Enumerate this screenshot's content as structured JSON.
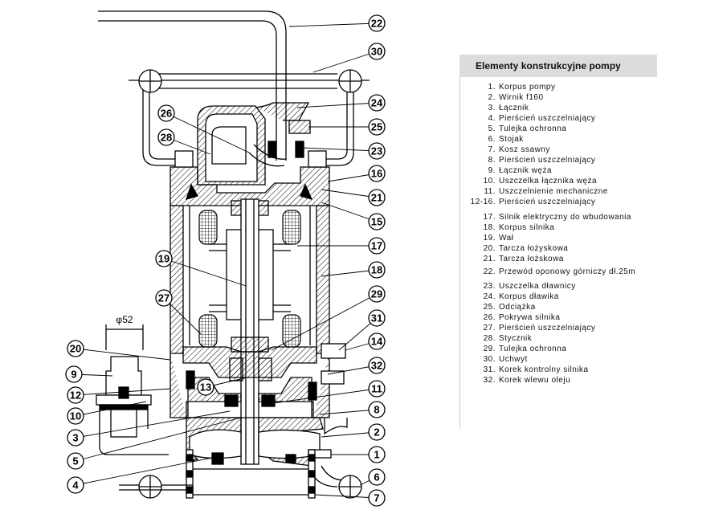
{
  "legend": {
    "title": "Elementy konstrukcyjne pompy",
    "items": [
      {
        "num": "1.",
        "text": "Korpus pompy"
      },
      {
        "num": "2.",
        "text": "Wirnik f160"
      },
      {
        "num": "3.",
        "text": "Łącznik"
      },
      {
        "num": "4.",
        "text": "Pierścień uszczelniający"
      },
      {
        "num": "5.",
        "text": "Tulejka ochronna"
      },
      {
        "num": "6.",
        "text": "Stojak"
      },
      {
        "num": "7.",
        "text": "Kosz ssawny"
      },
      {
        "num": "8.",
        "text": "Pierścień uszczelniający"
      },
      {
        "num": "9.",
        "text": "Łącznik węża"
      },
      {
        "num": "10.",
        "text": "Uszczelka łącznika węża"
      },
      {
        "num": "11.",
        "text": "Uszczelnienie mechaniczne"
      },
      {
        "num": "12-16.",
        "text": "Pierścień uszczelniający"
      },
      {
        "num": "17.",
        "text": "Silnik elektryczny do wbudowania"
      },
      {
        "num": "18.",
        "text": "Korpus silnika"
      },
      {
        "num": "19.",
        "text": "Wał"
      },
      {
        "num": "20.",
        "text": "Tarcza łożyskowa"
      },
      {
        "num": "21.",
        "text": "Tarcza łożskowa"
      },
      {
        "num": "22.",
        "text": "Przewód oponowy górniczy dł.25m"
      },
      {
        "num": "23.",
        "text": "Uszczelka dławnicy"
      },
      {
        "num": "24.",
        "text": "Korpus dławika"
      },
      {
        "num": "25.",
        "text": "Odciążka"
      },
      {
        "num": "26.",
        "text": "Pokrywa silnika"
      },
      {
        "num": "27.",
        "text": "Pierścień uszczelniający"
      },
      {
        "num": "28.",
        "text": "Stycznik"
      },
      {
        "num": "29.",
        "text": "Tulejka ochronna"
      },
      {
        "num": "30.",
        "text": "Uchwyt"
      },
      {
        "num": "31.",
        "text": "Korek kontrolny silnika"
      },
      {
        "num": "32.",
        "text": "Korek wlewu oleju"
      }
    ]
  },
  "drawing": {
    "dimension_label": "φ52",
    "callouts": [
      "22",
      "30",
      "24",
      "25",
      "23",
      "16",
      "21",
      "15",
      "17",
      "18",
      "29",
      "31",
      "14",
      "32",
      "11",
      "8",
      "2",
      "1",
      "6",
      "7",
      "26",
      "28",
      "19",
      "27",
      "20",
      "9",
      "12",
      "10",
      "3",
      "5",
      "4",
      "13"
    ]
  }
}
